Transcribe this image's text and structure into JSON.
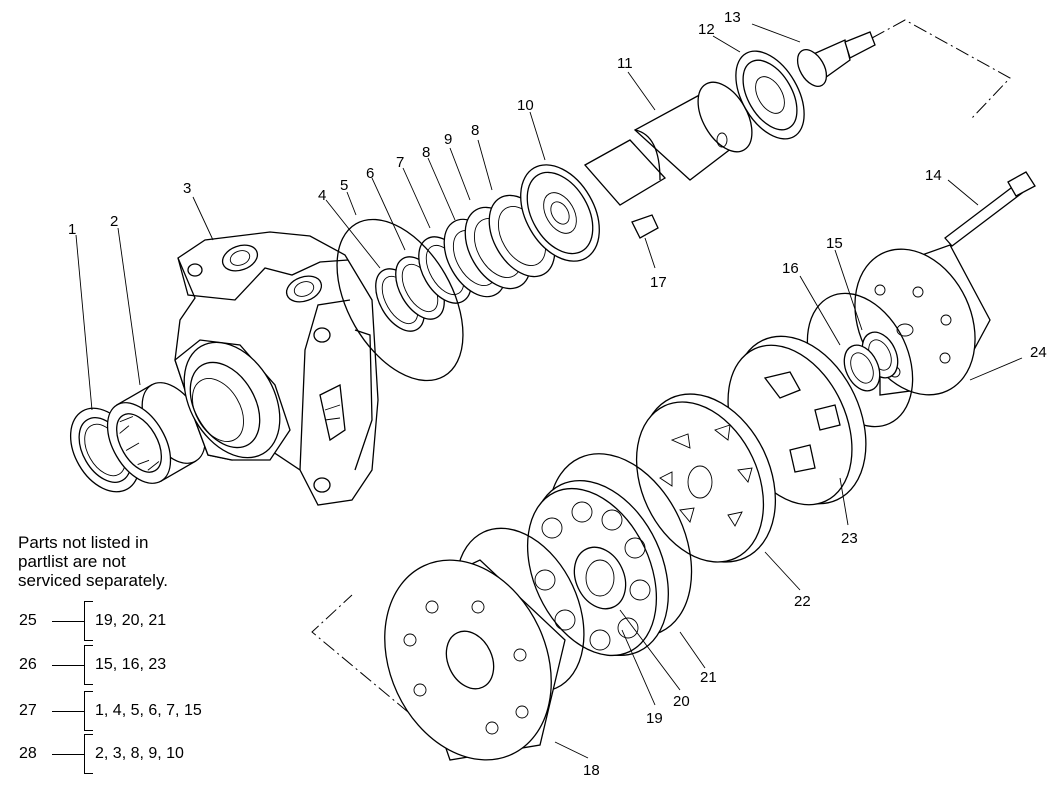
{
  "diagram": {
    "callouts": [
      "1",
      "2",
      "3",
      "4",
      "5",
      "6",
      "7",
      "8",
      "9",
      "8",
      "10",
      "11",
      "12",
      "13",
      "14",
      "15",
      "16",
      "17",
      "18",
      "19",
      "20",
      "21",
      "22",
      "23",
      "24"
    ]
  },
  "note": {
    "lines": [
      "Parts not listed in",
      "partlist are not",
      "serviced separately."
    ]
  },
  "kits": [
    {
      "number": "25",
      "items": "19, 20, 21"
    },
    {
      "number": "26",
      "items": "15, 16, 23"
    },
    {
      "number": "27",
      "items": "1, 4, 5, 6, 7, 15"
    },
    {
      "number": "28",
      "items": "2, 3, 8, 9, 10"
    }
  ]
}
